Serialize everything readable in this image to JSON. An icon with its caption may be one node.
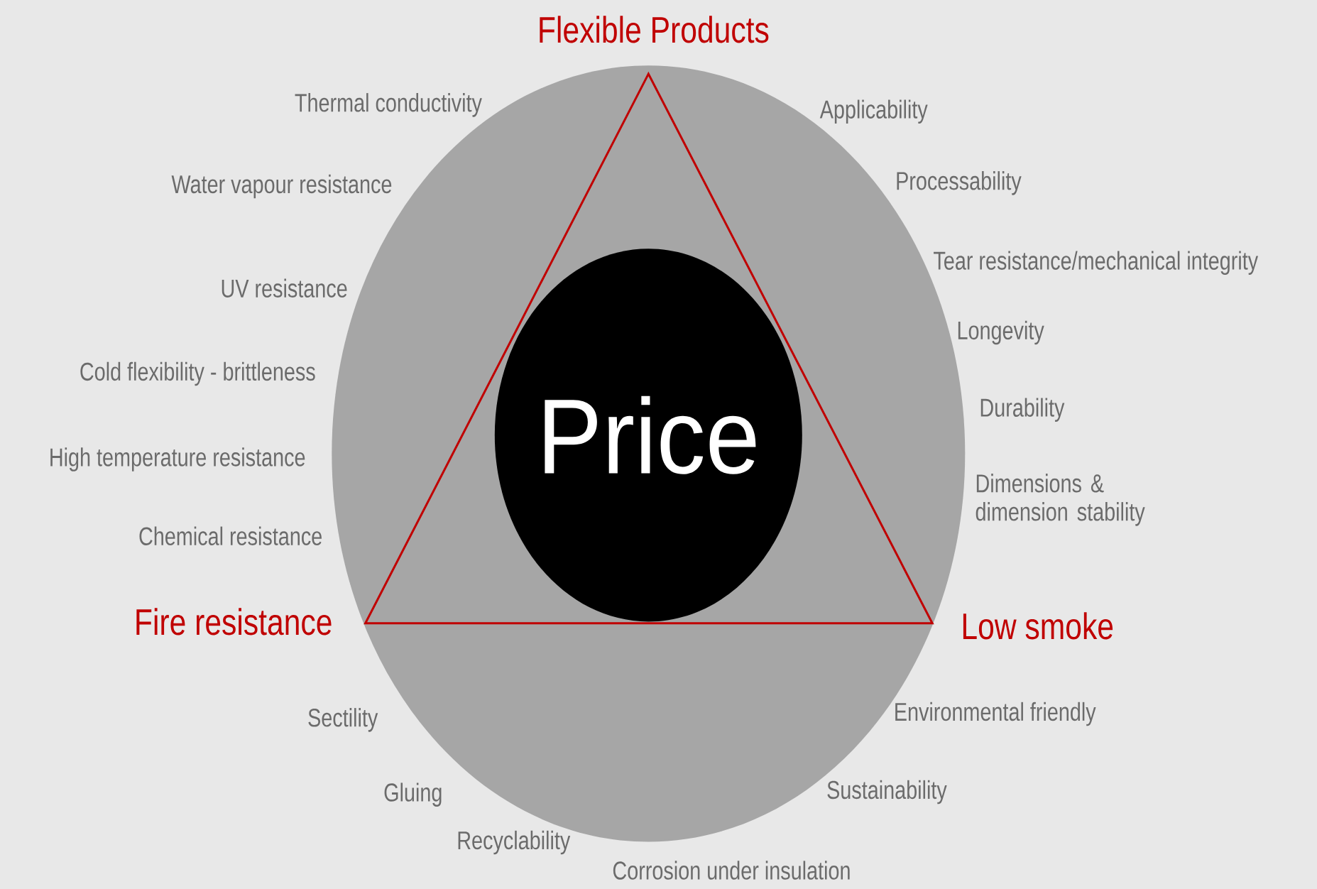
{
  "diagram": {
    "nodes": [
      {
        "text": [
          "Price"
        ]
      }
    ],
    "labels": [
      "Flexible Products",
      "Thermal conductivity",
      "Applicability",
      "Processability",
      "Water vapour resistance",
      "Tear resistance/mechanical integrity",
      "UV resistance",
      "Longevity",
      "Cold flexibility - brittleness",
      "Durability",
      "High temperature resistance",
      "Dimensions & dimension stability",
      "Chemical resistance",
      "Fire resistance",
      "Low smoke",
      "Environmental friendly",
      "Sectility",
      "Sustainability",
      "Gluing",
      "Recyclability",
      "Corrosion under insulation"
    ]
  }
}
